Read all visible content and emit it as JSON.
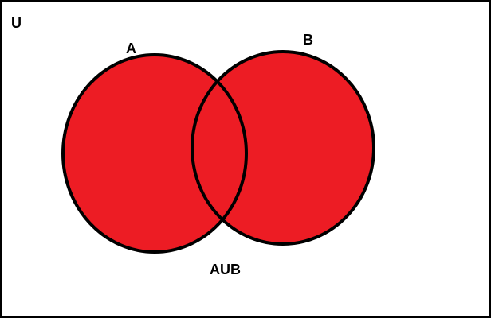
{
  "diagram": {
    "universe_label": "U",
    "set_a_label": "A",
    "set_b_label": "B",
    "union_label": "AUB"
  },
  "colors": {
    "fill": "#ed1c24",
    "stroke": "#000000",
    "background": "#ffffff"
  }
}
